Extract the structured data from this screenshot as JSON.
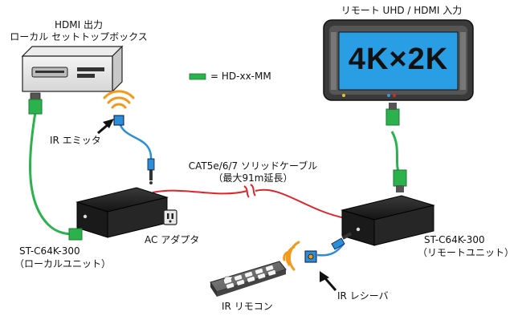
{
  "labels": {
    "stb_line1": "HDMI 出力",
    "stb_line2": "ローカル セットトップボックス",
    "tv_title": "リモート UHD / HDMI 入力",
    "tv_screen": "4K×2K",
    "legend": "= HD-xx-MM",
    "ir_emitter": "IR エミッタ",
    "cable_line1": "CAT5e/6/7 ソリッドケーブル",
    "cable_line2": "（最大91m延長）",
    "local_model": "ST-C64K-300",
    "local_name": "（ローカルユニット）",
    "ac_adapter": "AC アダプタ",
    "remote_model": "ST-C64K-300",
    "remote_name": "（リモートユニット）",
    "ir_receiver": "IR レシーバ",
    "ir_remote": "IR リモコン"
  },
  "colors": {
    "hdmi_cable": "#2bb24c",
    "ir_cable": "#2a8fd6",
    "cat_cable": "#e0242a",
    "ir_signal": "#f29a1d",
    "tv_screen": "#2a9ee4",
    "unit_body": "#1a1a1a"
  },
  "icons": [
    "set-top-box-icon",
    "tv-icon",
    "extender-unit-icon",
    "ir-emitter-icon",
    "ir-receiver-icon",
    "remote-control-icon",
    "ac-adapter-icon",
    "arrow-icon"
  ]
}
